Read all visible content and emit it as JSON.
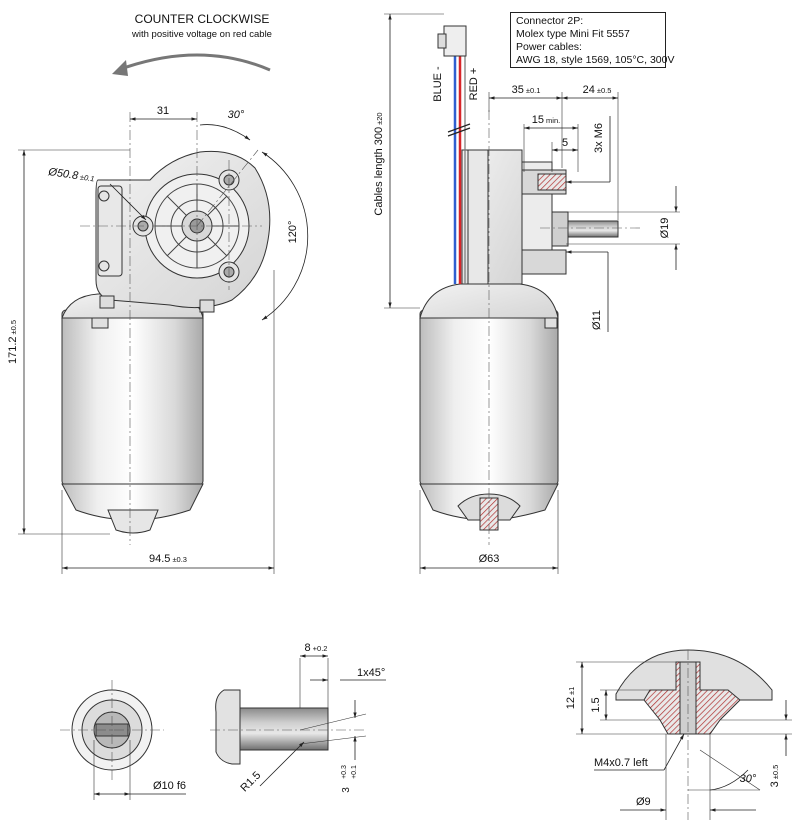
{
  "rotation": {
    "title": "COUNTER CLOCKWISE",
    "subtitle": "with positive voltage on red cable"
  },
  "connector_note": {
    "line1": "Connector 2P:",
    "line2": "Molex type Mini Fit 5557",
    "line3": "Power cables:",
    "line4": "AWG 18, style 1569, 105°C, 300V"
  },
  "front_view": {
    "dim_31": "31",
    "dim_30deg": "30°",
    "dim_dia508": "Ø50.8",
    "dim_dia508_tol": "±0.1",
    "dim_120deg": "120°",
    "dim_height": "171.2",
    "dim_height_tol": "±0.5",
    "dim_width": "94.5",
    "dim_width_tol": "±0.3"
  },
  "side_view": {
    "cable_blue": "BLUE -",
    "cable_red": "RED +",
    "cables_length": "Cables length  300",
    "cables_length_tol": "±20",
    "dim_35": "35",
    "dim_35_tol": "±0.1",
    "dim_24": "24",
    "dim_24_tol": "±0.5",
    "dim_15": "15",
    "dim_15_suffix": "min.",
    "dim_5": "5",
    "dim_3xm6": "3x M6",
    "dim_dia19": "Ø19",
    "dim_dia11": "Ø11",
    "dim_dia63": "Ø63"
  },
  "shaft_detail": {
    "dim_8": "8",
    "dim_8_tol": "+0.2",
    "dim_chamfer": "1x45°",
    "dim_r15": "R1.5",
    "dim_3": "3",
    "dim_3_tol_upper": "+0.3",
    "dim_3_tol_lower": "+0.1",
    "dim_dia10": "Ø10 f6"
  },
  "foot_detail": {
    "dim_12": "12",
    "dim_12_tol": "±1",
    "dim_15": "1.5",
    "dim_m4": "M4x0.7 left",
    "dim_30deg": "30°",
    "dim_3": "3",
    "dim_3_tol": "±0.5",
    "dim_dia9": "Ø9"
  }
}
